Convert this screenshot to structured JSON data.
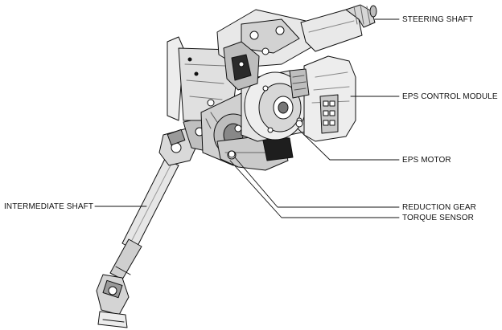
{
  "labels": {
    "steering_shaft": "STEERING SHAFT",
    "eps_control_module": "EPS CONTROL MODULE",
    "eps_motor": "EPS MOTOR",
    "reduction_gear": "REDUCTION GEAR",
    "torque_sensor": "TORQUE SENSOR",
    "intermediate_shaft": "INTERMEDIATE SHAFT"
  },
  "colors": {
    "line": "#111111",
    "fill_light": "#f2f2f2",
    "fill_mid": "#d9d9d9",
    "fill_dark": "#9a9a9a",
    "fill_black": "#1a1a1a"
  }
}
